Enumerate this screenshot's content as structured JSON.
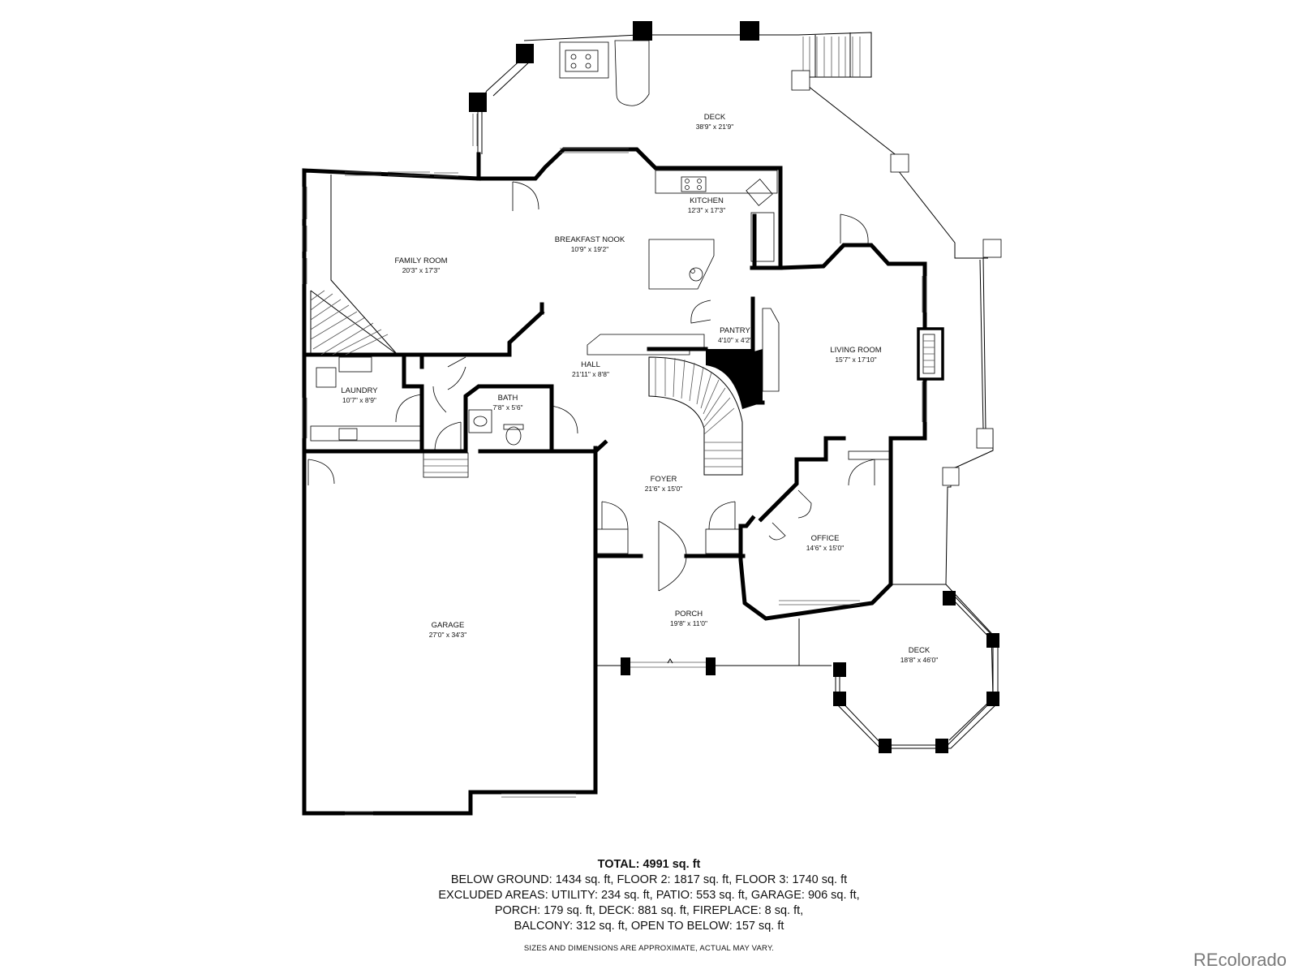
{
  "rooms": {
    "deck_top": {
      "name": "DECK",
      "dims": "38'9\" x 21'9\""
    },
    "kitchen": {
      "name": "KITCHEN",
      "dims": "12'3\" x 17'3\""
    },
    "breakfast_nook": {
      "name": "BREAKFAST NOOK",
      "dims": "10'9\" x 19'2\""
    },
    "family_room": {
      "name": "FAMILY ROOM",
      "dims": "20'3\" x 17'3\""
    },
    "pantry": {
      "name": "PANTRY",
      "dims": "4'10\" x 4'2\""
    },
    "living_room": {
      "name": "LIVING ROOM",
      "dims": "15'7\" x 17'10\""
    },
    "hall": {
      "name": "HALL",
      "dims": "21'11\" x 8'8\""
    },
    "laundry": {
      "name": "LAUNDRY",
      "dims": "10'7\" x 8'9\""
    },
    "bath": {
      "name": "BATH",
      "dims": "7'8\" x 5'6\""
    },
    "foyer": {
      "name": "FOYER",
      "dims": "21'6\" x 15'0\""
    },
    "office": {
      "name": "OFFICE",
      "dims": "14'6\" x 15'0\""
    },
    "garage": {
      "name": "GARAGE",
      "dims": "27'0\" x 34'3\""
    },
    "porch": {
      "name": "PORCH",
      "dims": "19'8\" x 11'0\""
    },
    "deck_right": {
      "name": "DECK",
      "dims": "18'8\" x 46'0\""
    }
  },
  "summary": {
    "total": "TOTAL: 4991 sq. ft",
    "line1": "BELOW GROUND: 1434 sq. ft, FLOOR 2: 1817 sq. ft, FLOOR 3: 1740 sq. ft",
    "line2": "EXCLUDED AREAS: UTILITY: 234 sq. ft, PATIO: 553 sq. ft, GARAGE: 906 sq. ft,",
    "line3": "PORCH: 179 sq. ft, DECK: 881 sq. ft, FIREPLACE: 8 sq. ft,",
    "line4": "BALCONY: 312 sq. ft, OPEN TO BELOW: 157 sq. ft"
  },
  "disclaimer": "SIZES AND DIMENSIONS ARE APPROXIMATE, ACTUAL MAY VARY.",
  "brand": "REcolorado"
}
